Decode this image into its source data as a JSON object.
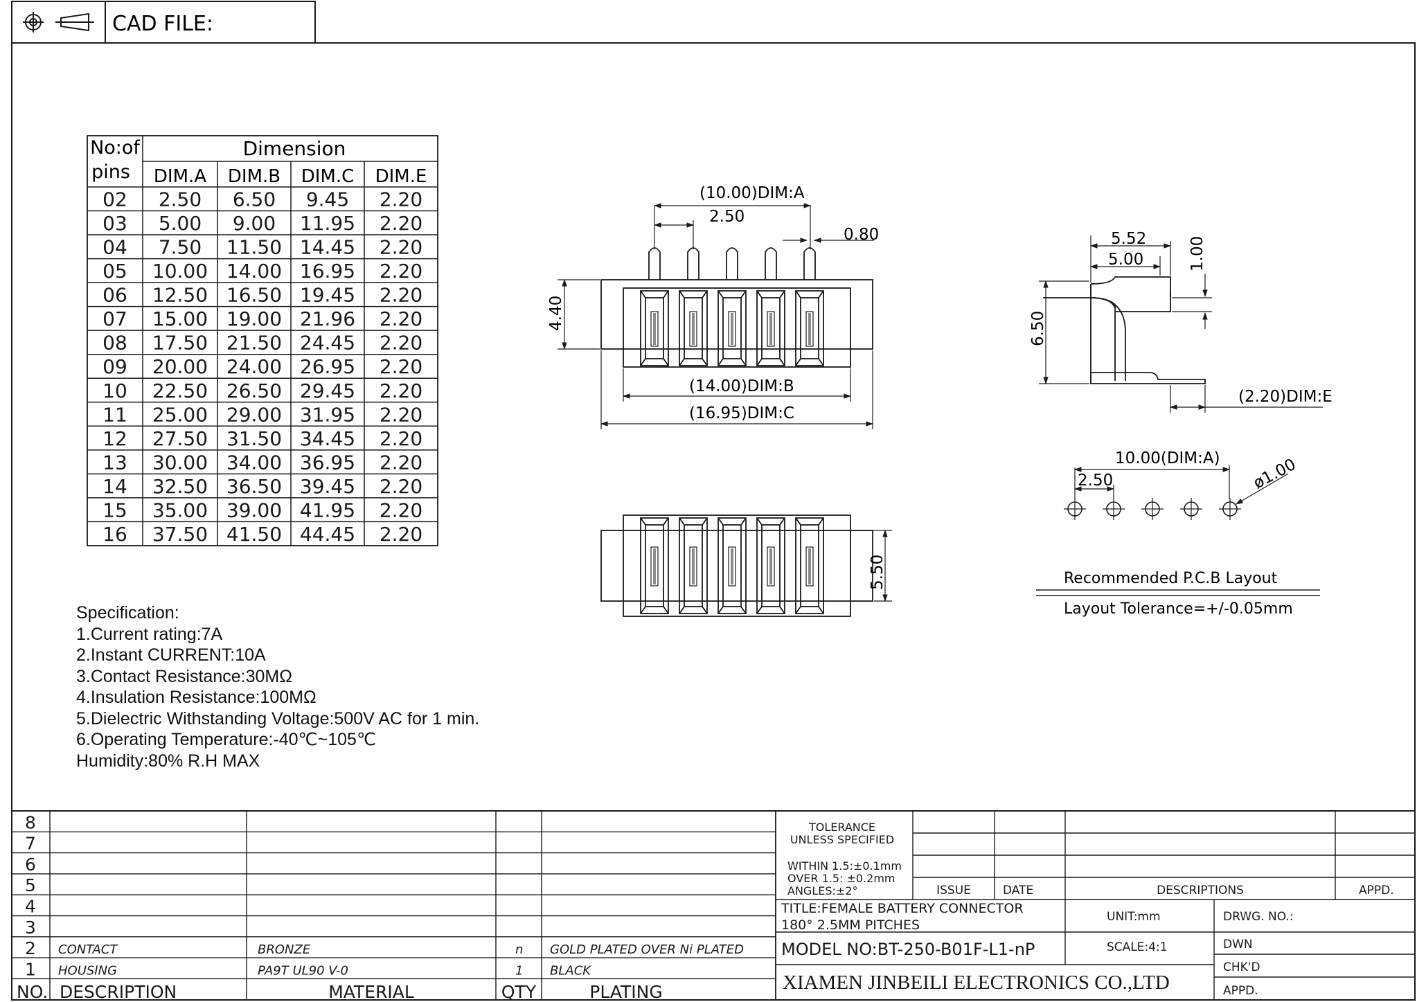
{
  "header": {
    "cad_label": "CAD FILE:",
    "projection_icon": "third-angle-projection-icon"
  },
  "dim_table": {
    "col1_header_top": "No:of",
    "col1_header_bottom": "pins",
    "group_header": "Dimension",
    "columns": [
      "DIM.A",
      "DIM.B",
      "DIM.C",
      "DIM.E"
    ],
    "rows": [
      [
        "02",
        "2.50",
        "6.50",
        "9.45",
        "2.20"
      ],
      [
        "03",
        "5.00",
        "9.00",
        "11.95",
        "2.20"
      ],
      [
        "04",
        "7.50",
        "11.50",
        "14.45",
        "2.20"
      ],
      [
        "05",
        "10.00",
        "14.00",
        "16.95",
        "2.20"
      ],
      [
        "06",
        "12.50",
        "16.50",
        "19.45",
        "2.20"
      ],
      [
        "07",
        "15.00",
        "19.00",
        "21.96",
        "2.20"
      ],
      [
        "08",
        "17.50",
        "21.50",
        "24.45",
        "2.20"
      ],
      [
        "09",
        "20.00",
        "24.00",
        "26.95",
        "2.20"
      ],
      [
        "10",
        "22.50",
        "26.50",
        "29.45",
        "2.20"
      ],
      [
        "11",
        "25.00",
        "29.00",
        "31.95",
        "2.20"
      ],
      [
        "12",
        "27.50",
        "31.50",
        "34.45",
        "2.20"
      ],
      [
        "13",
        "30.00",
        "34.00",
        "36.95",
        "2.20"
      ],
      [
        "14",
        "32.50",
        "36.50",
        "39.45",
        "2.20"
      ],
      [
        "15",
        "35.00",
        "39.00",
        "41.95",
        "2.20"
      ],
      [
        "16",
        "37.50",
        "41.50",
        "44.45",
        "2.20"
      ]
    ]
  },
  "front_view": {
    "dim_a": "(10.00)DIM:A",
    "pitch": "2.50",
    "pin_width": "0.80",
    "height": "4.40",
    "dim_b": "(14.00)DIM:B",
    "dim_c": "(16.95)DIM:C"
  },
  "bottom_view": {
    "height": "5.50"
  },
  "side_view": {
    "d1": "5.52",
    "d2": "5.00",
    "d3": "1.00",
    "height": "6.50",
    "dim_e": "(2.20)DIM:E"
  },
  "pcb": {
    "dim_a": "10.00(DIM:A)",
    "pitch": "2.50",
    "hole": "ø1.00",
    "title": "Recommended P.C.B Layout",
    "tolerance": "Layout Tolerance=+/-0.05mm"
  },
  "spec": {
    "title": "Specification:",
    "items": [
      "1.Current rating:7A",
      "2.Instant CURRENT:10A",
      "3.Contact Resistance:30MΩ",
      "4.Insulation Resistance:100MΩ",
      "5.Dielectric Withstanding Voltage:500V AC for 1 min.",
      "6.Operating Temperature:-40℃~105℃",
      "Humidity:80% R.H MAX"
    ]
  },
  "bom": {
    "row_numbers": [
      "8",
      "7",
      "6",
      "5",
      "4",
      "3",
      "2",
      "1"
    ],
    "rows": [
      {
        "no": "2",
        "desc": "CONTACT",
        "material": "BRONZE",
        "qty": "n",
        "plating": "GOLD PLATED OVER Ni PLATED"
      },
      {
        "no": "1",
        "desc": "HOUSING",
        "material": "PA9T UL90 V-0",
        "qty": "1",
        "plating": "BLACK"
      }
    ],
    "headers": {
      "no": "NO.",
      "desc": "DESCRIPTION",
      "material": "MATERIAL",
      "qty": "QTY",
      "plating": "PLATING"
    }
  },
  "title_block": {
    "tolerance_1": "TOLERANCE",
    "tolerance_2": "UNLESS SPECIFIED",
    "within": "WITHIN 1.5:±0.1mm",
    "over": "OVER 1.5: ±0.2mm",
    "angles": "ANGLES:±2°",
    "issue": "ISSUE",
    "date": "DATE",
    "descriptions": "DESCRIPTIONS",
    "appd": "APPD.",
    "title_1": "TITLE:FEMALE BATTERY CONNECTOR",
    "title_2": "180° 2.5MM PITCHES",
    "unit": "UNIT:mm",
    "drwg": "DRWG. NO.:",
    "model": "MODEL NO:BT-250-B01F-L1-nP",
    "scale": "SCALE:4:1",
    "dwn": "DWN",
    "chkd": "CHK'D",
    "appd2": "APPD.",
    "company": "XIAMEN JINBEILI ELECTRONICS CO.,LTD"
  }
}
